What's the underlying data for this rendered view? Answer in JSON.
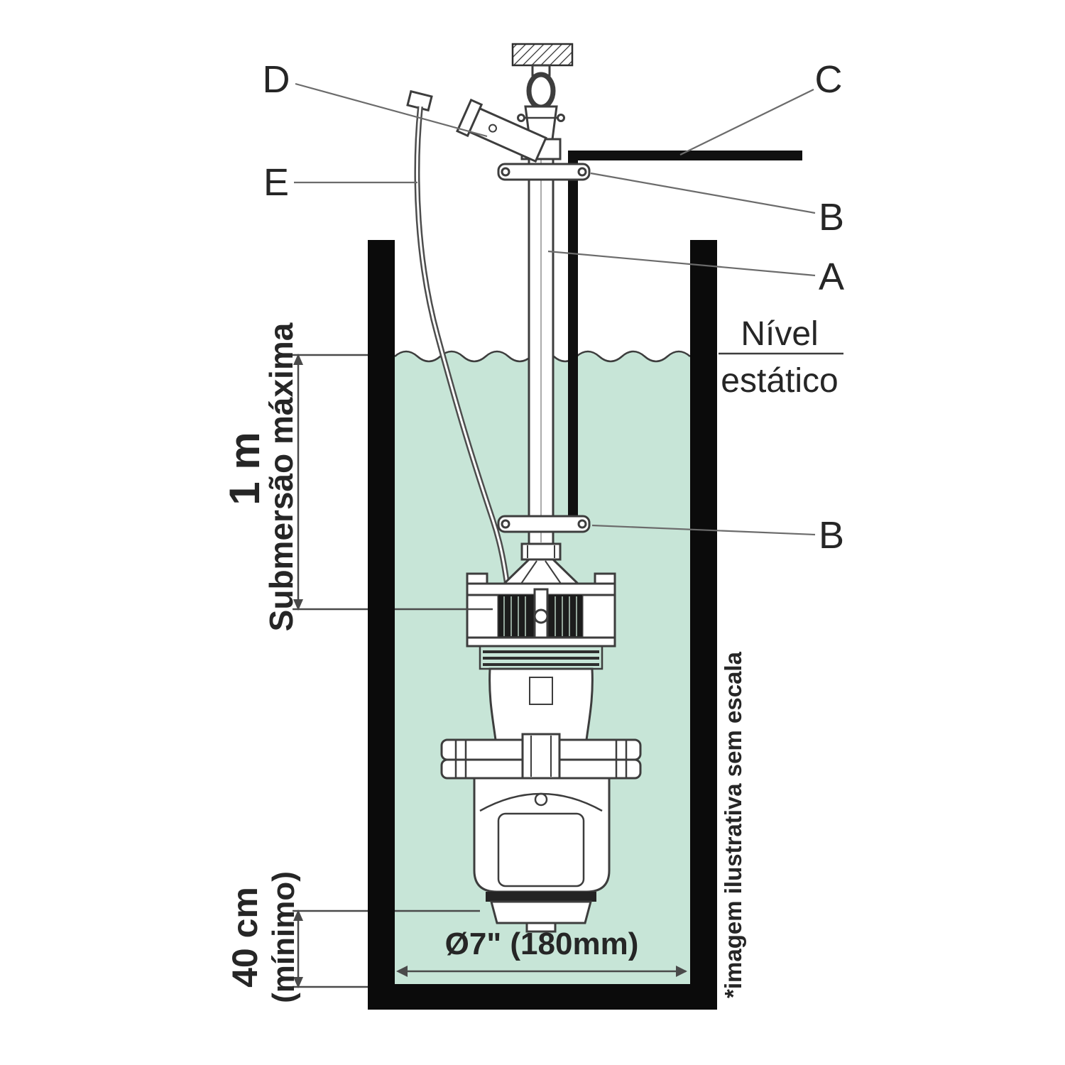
{
  "figure": {
    "type": "technical-installation-diagram",
    "description": "Submersible pump installed in a well"
  },
  "callouts": {
    "d": "D",
    "e": "E",
    "c": "C",
    "b_top": "B",
    "a": "A",
    "b_mid": "B"
  },
  "annotations": {
    "static_level_line1": "Nível",
    "static_level_line2": "estático",
    "submersion_value": "1 m",
    "submersion_label": "Submersão máxima",
    "min_clearance_value": "40 cm",
    "min_clearance_label": "(mínimo)",
    "well_diameter": "Ø7\" (180mm)",
    "disclaimer": "*imagem ilustrativa sem escala"
  },
  "colors": {
    "water": "#c7e5d7",
    "wall": "#0b0b0b",
    "line": "#3d3d3d"
  }
}
